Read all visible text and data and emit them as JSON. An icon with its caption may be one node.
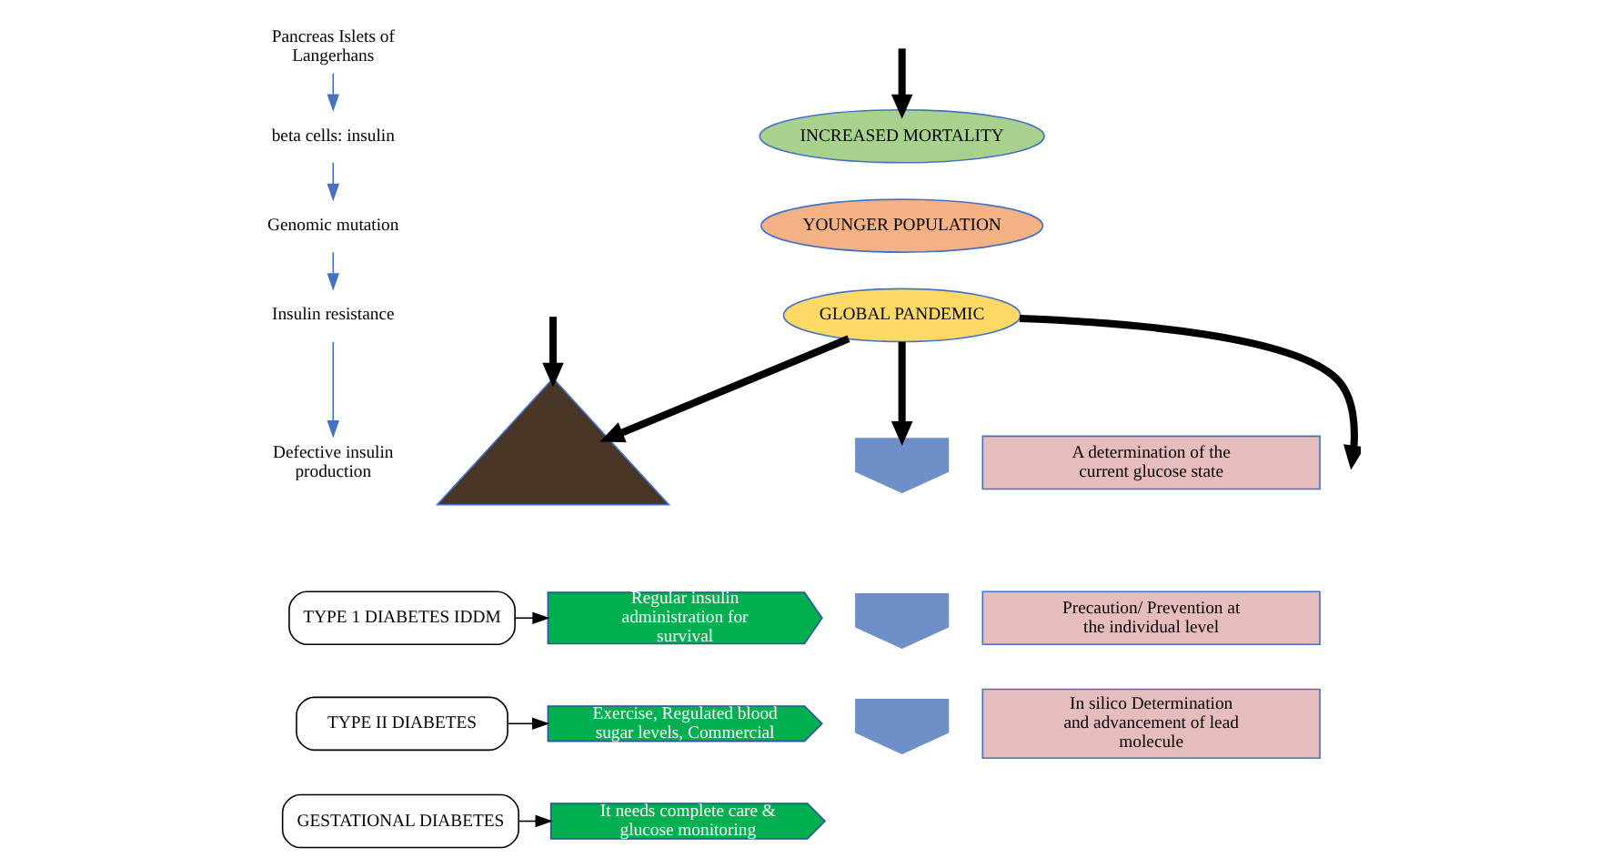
{
  "diagram": {
    "nodes": [
      {
        "text": [
          "Pancreas Islets of Langerhans"
        ]
      },
      {
        "text": [
          "beta cells: insulin"
        ]
      },
      {
        "text": [
          "Genomic mutation"
        ]
      },
      {
        "text": [
          "Insulin resistance"
        ]
      },
      {
        "text": [
          "Defective insulin production"
        ]
      },
      {
        "text": [],
        "shape": "triangle"
      },
      {
        "text": [
          "TYPE 1 DIABETES IDDM"
        ]
      },
      {
        "text": [
          "TYPE II DIABETES"
        ]
      },
      {
        "text": [
          "GESTATIONAL DIABETES"
        ]
      },
      {
        "text": [
          "Regular insulin administration for survival"
        ]
      },
      {
        "text": [
          "Exercise, Regulated blood sugar levels, Commercial"
        ]
      },
      {
        "text": [
          "It needs complete care & glucose monitoring"
        ]
      },
      {
        "text": [
          "GLOBAL PANDEMIC"
        ]
      },
      {
        "text": [
          "YOUNGER POPULATION"
        ]
      },
      {
        "text": [
          "INCREASED MORTALITY"
        ]
      },
      {
        "text": [],
        "shape": "chevron"
      },
      {
        "text": [],
        "shape": "chevron"
      },
      {
        "text": [],
        "shape": "chevron"
      },
      {
        "text": [
          "A determination of the current glucose state"
        ]
      },
      {
        "text": [
          "Precaution/ Prevention at the individual level"
        ]
      },
      {
        "text": [
          "In silico Determination and advancement of lead molecule"
        ]
      }
    ],
    "edges": [
      {
        "from": 0,
        "to": 1,
        "arrow": "to",
        "color": "#4472c4"
      },
      {
        "from": 1,
        "to": 2,
        "arrow": "to",
        "color": "#4472c4"
      },
      {
        "from": 2,
        "to": 3,
        "arrow": "to",
        "color": "#4472c4"
      },
      {
        "from": 3,
        "to": 4,
        "arrow": "to",
        "color": "#4472c4"
      },
      {
        "from": null,
        "to": 5,
        "arrow": "to",
        "style": "thick"
      },
      {
        "from": 12,
        "to": 5,
        "arrow": "to",
        "style": "thick"
      },
      {
        "from": 6,
        "to": 9,
        "arrow": "to"
      },
      {
        "from": 7,
        "to": 10,
        "arrow": "to"
      },
      {
        "from": 8,
        "to": 11,
        "arrow": "to"
      },
      {
        "from": 12,
        "to": 15,
        "arrow": "to",
        "style": "thick"
      },
      {
        "from": 12,
        "to": null,
        "arrow": "to",
        "style": "thick"
      },
      {
        "from": null,
        "to": 14,
        "arrow": "to",
        "style": "thick"
      }
    ]
  }
}
